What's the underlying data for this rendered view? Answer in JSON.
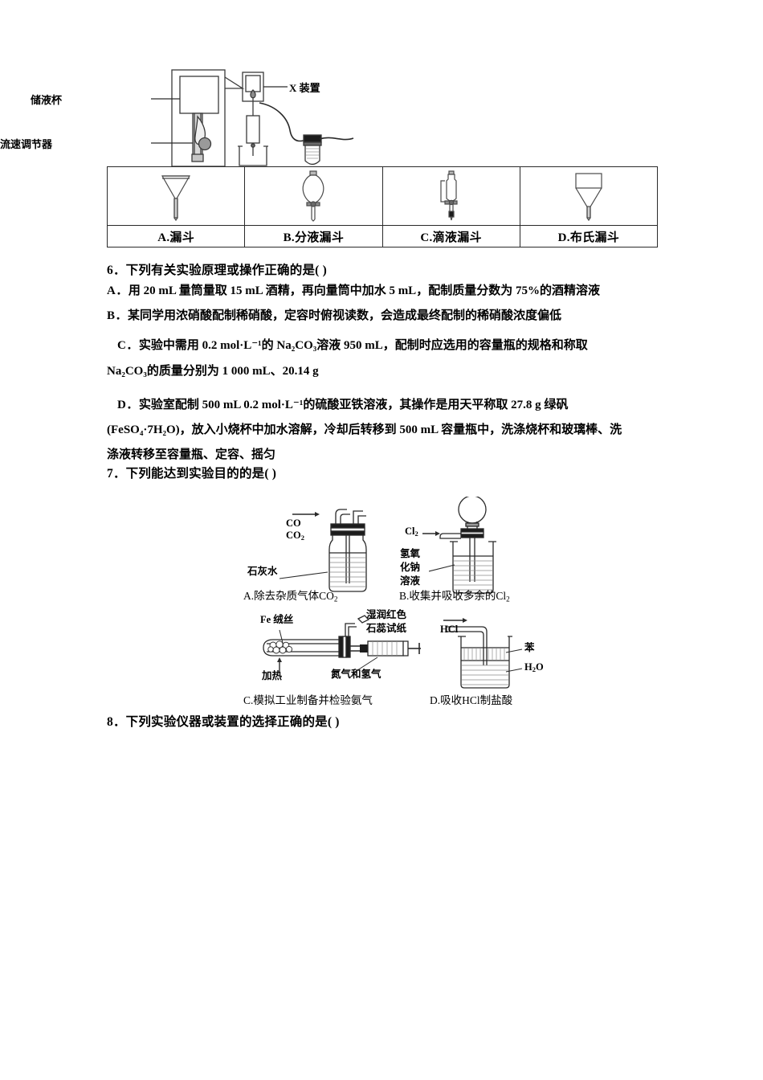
{
  "document": {
    "type": "chemistry-exam-worksheet",
    "language": "zh-CN"
  },
  "top_figure": {
    "labels": {
      "reservoir": "储液杯",
      "flow_regulator": "流速调节器",
      "x_device": "X 装置"
    }
  },
  "funnel_table": {
    "options": [
      {
        "key": "A",
        "label": "A.漏斗",
        "icon": "plain-funnel-icon"
      },
      {
        "key": "B",
        "label": "B.分液漏斗",
        "icon": "separating-funnel-icon"
      },
      {
        "key": "C",
        "label": "C.滴液漏斗",
        "icon": "dropping-funnel-icon"
      },
      {
        "key": "D",
        "label": "D.布氏漏斗",
        "icon": "buchner-funnel-icon"
      }
    ]
  },
  "question6": {
    "stem": "6．下列有关实验原理或操作正确的是(    )",
    "options": [
      {
        "label": "A．",
        "lines": [
          "用 20 mL 量筒量取 15 mL 酒精，再向量筒中加水 5 mL，配制质量分数为 75%的酒精溶液"
        ]
      },
      {
        "label": "B．",
        "lines": [
          "某同学用浓硝酸配制稀硝酸，定容时俯视读数，会造成最终配制的稀硝酸浓度偏低"
        ]
      },
      {
        "label": "C．",
        "lines": [
          "实验中需用 0.2 mol·L⁻¹的 Na₂CO₃溶液 950 mL，配制时应选用的容量瓶的规格和称取",
          "Na₂CO₃的质量分别为 1 000 mL、20.14 g"
        ]
      },
      {
        "label": "D．",
        "lines": [
          "实验室配制 500 mL 0.2 mol·L⁻¹的硫酸亚铁溶液，其操作是用天平称取 27.8 g 绿矾",
          "(FeSO₄·7H₂O)，放入小烧杯中加水溶解，冷却后转移到 500 mL 容量瓶中，洗涤烧杯和玻璃棒、洗",
          "涤液转移至容量瓶、定容、摇匀"
        ]
      }
    ]
  },
  "question7": {
    "stem": "7．下列能达到实验目的的是(    )",
    "figures": [
      {
        "key": "A",
        "caption": "A.除去杂质气体CO₂",
        "annotations": [
          {
            "name": "inlet-gas-label",
            "text_lines": [
              "CO",
              "CO₂"
            ]
          },
          {
            "name": "limewater-label",
            "text": "石灰水"
          }
        ]
      },
      {
        "key": "B",
        "caption": "B.收集并吸收多余的Cl₂",
        "annotations": [
          {
            "name": "chlorine-inlet-label",
            "text": "Cl₂"
          },
          {
            "name": "naoh-solution-label",
            "text_lines": [
              "氢氧",
              "化钠",
              "溶液"
            ]
          }
        ]
      },
      {
        "key": "C",
        "caption": "C.模拟工业制备并检验氨气",
        "annotations": [
          {
            "name": "iron-wool-label",
            "text": "Fe 绒丝"
          },
          {
            "name": "heating-label",
            "text": "加热"
          },
          {
            "name": "moist-litmus-label",
            "text_lines": [
              "湿润红色",
              "石蕊试纸"
            ]
          },
          {
            "name": "n2-h2-label",
            "text": "氮气和氢气"
          }
        ]
      },
      {
        "key": "D",
        "caption": "D.吸收HCl制盐酸",
        "annotations": [
          {
            "name": "hcl-inlet-label",
            "text": "HCl"
          },
          {
            "name": "benzene-label",
            "text": "苯"
          },
          {
            "name": "water-label",
            "text": "H₂O"
          }
        ]
      }
    ]
  },
  "question8": {
    "stem": "8．下列实验仪器或装置的选择正确的是(    )"
  },
  "colors": {
    "ink": "#000000",
    "line": "#2a2a2a",
    "hatch": "#555555"
  }
}
